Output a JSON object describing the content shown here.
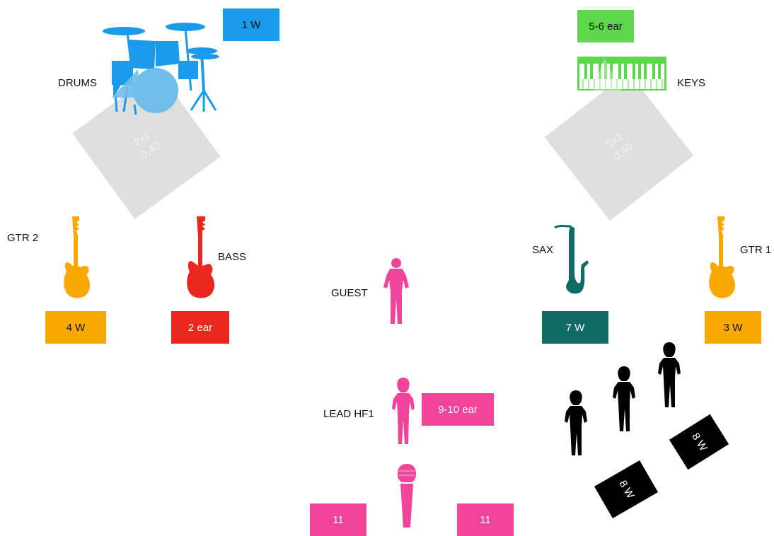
{
  "colors": {
    "drums": "#1a9bea",
    "keys": "#5cd64a",
    "guitar": "#f9a800",
    "bass": "#e8281c",
    "sax": "#0f6b63",
    "vocal": "#f0449a",
    "audience": "#000000",
    "riser": "#d9d9d9"
  },
  "labels": {
    "drums": "DRUMS",
    "keys": "KEYS",
    "gtr2": "GTR 2",
    "bass": "BASS",
    "guest": "GUEST",
    "sax": "SAX",
    "gtr1": "GTR 1",
    "lead": "LEAD HF1"
  },
  "monitors": {
    "drums": "1 W",
    "keys": "5-6 ear",
    "gtr2": "4 W",
    "bass": "2 ear",
    "sax": "7 W",
    "gtr1": "3 W",
    "lead": "9-10 ear",
    "front_left": "11",
    "front_right": "11",
    "side_upper": "8 W",
    "side_lower": "8 W"
  },
  "risers": {
    "left": {
      "size": "2x2",
      "height": "0,40"
    },
    "right": {
      "size": "2x2",
      "height": "0,40"
    }
  },
  "icons": [
    "drum-kit-icon",
    "keyboard-icon",
    "electric-guitar-icon",
    "bass-guitar-icon",
    "saxophone-icon",
    "person-icon",
    "microphone-icon"
  ]
}
